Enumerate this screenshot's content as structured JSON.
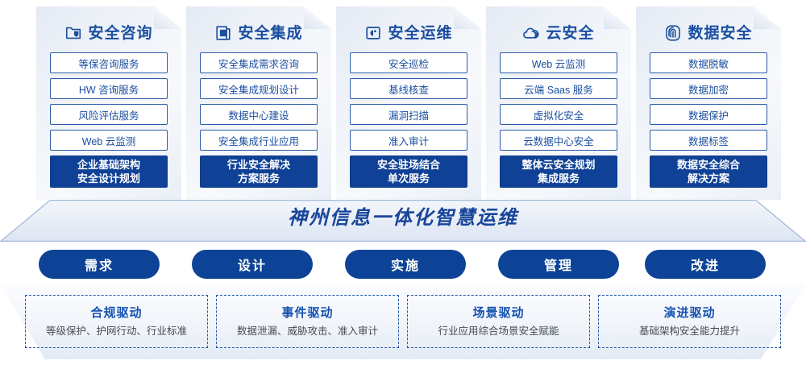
{
  "columns": [
    {
      "icon": "folder-shield-icon",
      "title": "安全咨询",
      "items": [
        "等保咨询服务",
        "HW 咨询服务",
        "风险评估服务",
        "Web 云监测"
      ],
      "highlight": [
        "企业基础架构",
        "安全设计规划"
      ]
    },
    {
      "icon": "stacked-documents-icon",
      "title": "安全集成",
      "items": [
        "安全集成需求咨询",
        "安全集成规划设计",
        "数据中心建设",
        "安全集成行业应用"
      ],
      "highlight": [
        "行业安全解决",
        "方案服务"
      ]
    },
    {
      "icon": "monitor-shield-icon",
      "title": "安全运维",
      "items": [
        "安全巡检",
        "基线核查",
        "漏洞扫描",
        "准入审计"
      ],
      "highlight": [
        "安全驻场结合",
        "单次服务"
      ]
    },
    {
      "icon": "cloud-icon",
      "title": "云安全",
      "items": [
        "Web 云监测",
        "云端 Saas 服务",
        "虚拟化安全",
        "云数据中心安全"
      ],
      "highlight": [
        "整体云安全规划",
        "集成服务"
      ]
    },
    {
      "icon": "fingerprint-icon",
      "title": "数据安全",
      "items": [
        "数据脱敏",
        "数据加密",
        "数据保护",
        "数据标签"
      ],
      "highlight": [
        "数据安全综合",
        "解决方案"
      ]
    }
  ],
  "banner": {
    "title": "神州信息一体化智慧运维"
  },
  "phases": [
    {
      "label": "需求"
    },
    {
      "label": "设计"
    },
    {
      "label": "实施"
    },
    {
      "label": "管理"
    },
    {
      "label": "改进"
    }
  ],
  "drivers": [
    {
      "title": "合规驱动",
      "desc": "等级保护、护网行动、行业标准"
    },
    {
      "title": "事件驱动",
      "desc": "数据泄漏、威胁攻击、准入审计"
    },
    {
      "title": "场景驱动",
      "desc": "行业应用综合场景安全赋能"
    },
    {
      "title": "演进驱动",
      "desc": "基础架构安全能力提升"
    }
  ],
  "colors": {
    "primary": "#0f4196",
    "title_blue": "#1b4fa0",
    "banner_blue": "#19459a",
    "driver_blue": "#1551b2",
    "card_border": "#2b5ba8",
    "panel_bg": "#eef2f8"
  }
}
